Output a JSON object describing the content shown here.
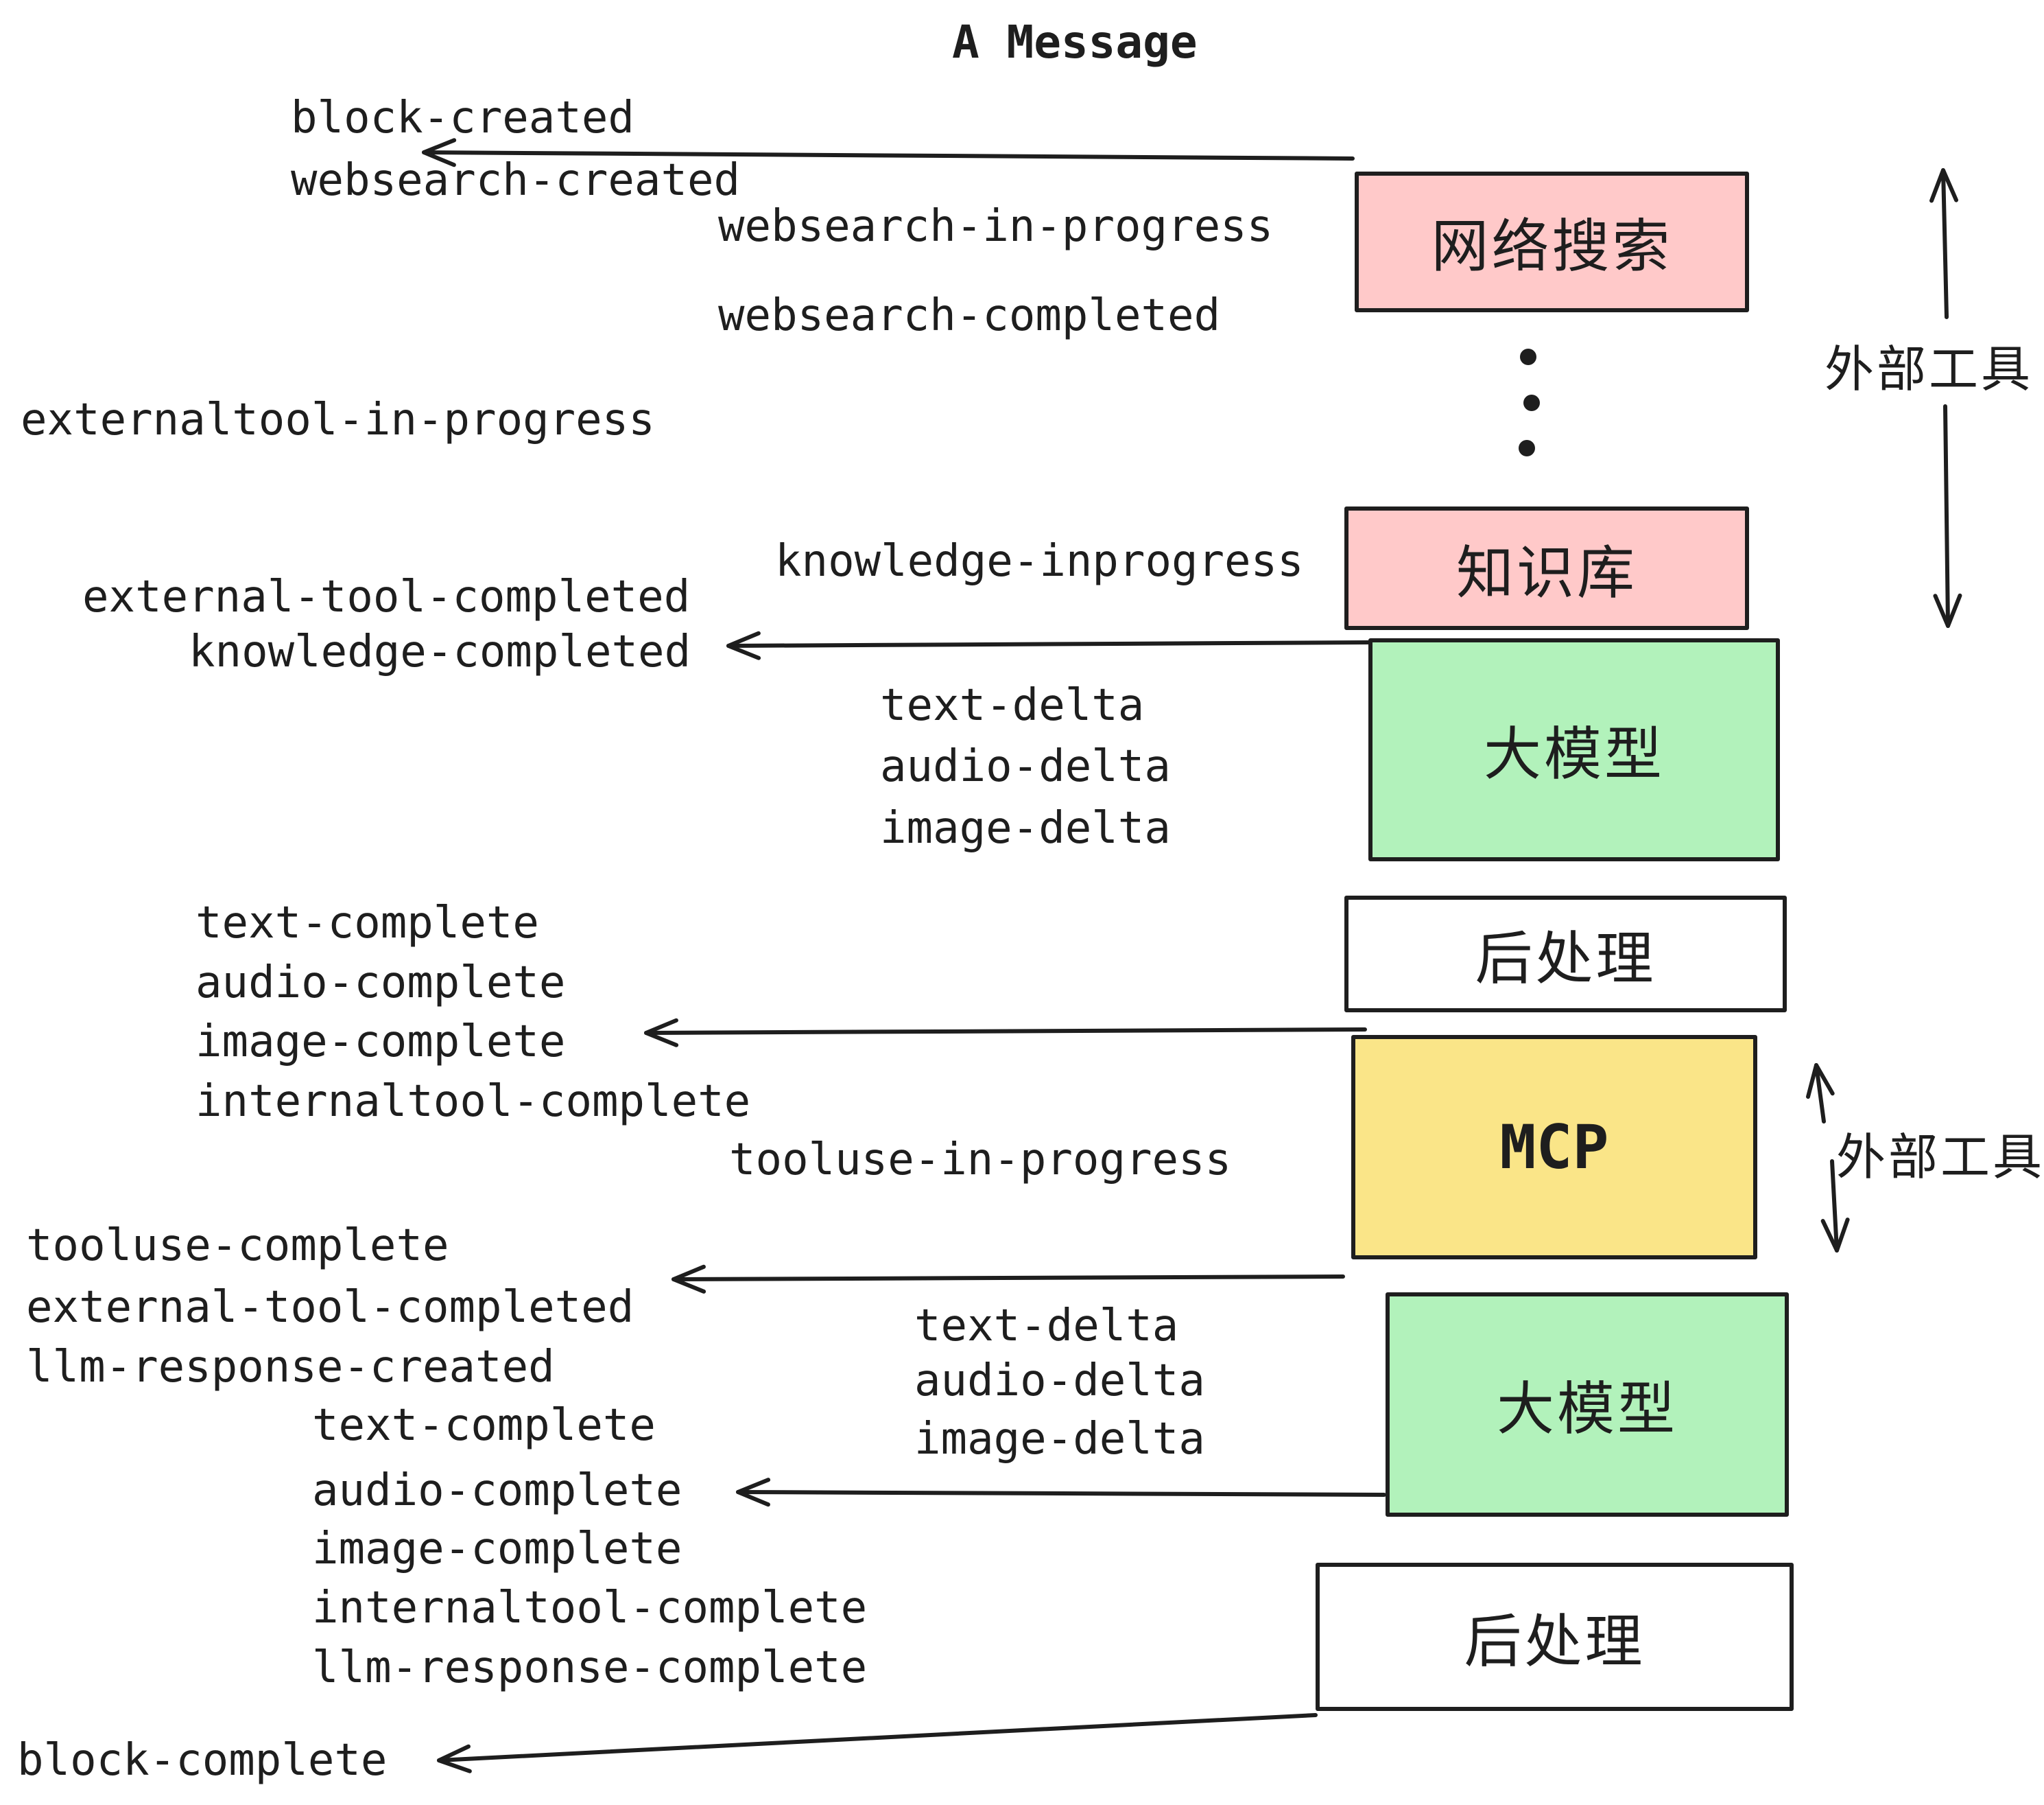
{
  "title": "A Message",
  "colors": {
    "background": "#ffffff",
    "ink": "#1e1e1e",
    "pink": "#ffc9c9",
    "green": "#b2f2bb",
    "yellow": "#fae588",
    "white_box": "#ffffff"
  },
  "boxes": {
    "websearch": {
      "label": "网络搜索",
      "color": "#ffc9c9"
    },
    "knowledge": {
      "label": "知识库",
      "color": "#ffc9c9"
    },
    "llm1": {
      "label": "大模型",
      "color": "#b2f2bb"
    },
    "post1": {
      "label": "后处理",
      "color": "#ffffff"
    },
    "mcp": {
      "label": "MCP",
      "color": "#fae588"
    },
    "llm2": {
      "label": "大模型",
      "color": "#b2f2bb"
    },
    "post2": {
      "label": "后处理",
      "color": "#ffffff"
    }
  },
  "side_labels": {
    "external_tools_top": "外部工具",
    "external_tools_mid": "外部工具"
  },
  "events": {
    "block_created": "block-created",
    "websearch_created": "websearch-created",
    "websearch_in_progress": "websearch-in-progress",
    "websearch_completed": "websearch-completed",
    "externaltool_in_progress": "externaltool-in-progress",
    "knowledge_inprogress": "knowledge-inprogress",
    "external_tool_completed_1": "external-tool-completed",
    "knowledge_completed": "knowledge-completed",
    "text_delta_1": "text-delta",
    "audio_delta_1": "audio-delta",
    "image_delta_1": "image-delta",
    "text_complete_1": "text-complete",
    "audio_complete_1": "audio-complete",
    "image_complete_1": "image-complete",
    "internaltool_complete_1": "internaltool-complete",
    "tooluse_in_progress": "tooluse-in-progress",
    "tooluse_complete": "tooluse-complete",
    "external_tool_completed_2": "external-tool-completed",
    "llm_response_created": "llm-response-created",
    "text_delta_2": "text-delta",
    "audio_delta_2": "audio-delta",
    "image_delta_2": "image-delta",
    "text_complete_2": "text-complete",
    "audio_complete_2": "audio-complete",
    "image_complete_2": "image-complete",
    "internaltool_complete_2": "internaltool-complete",
    "llm_response_complete": "llm-response-complete",
    "block_complete": "block-complete"
  }
}
